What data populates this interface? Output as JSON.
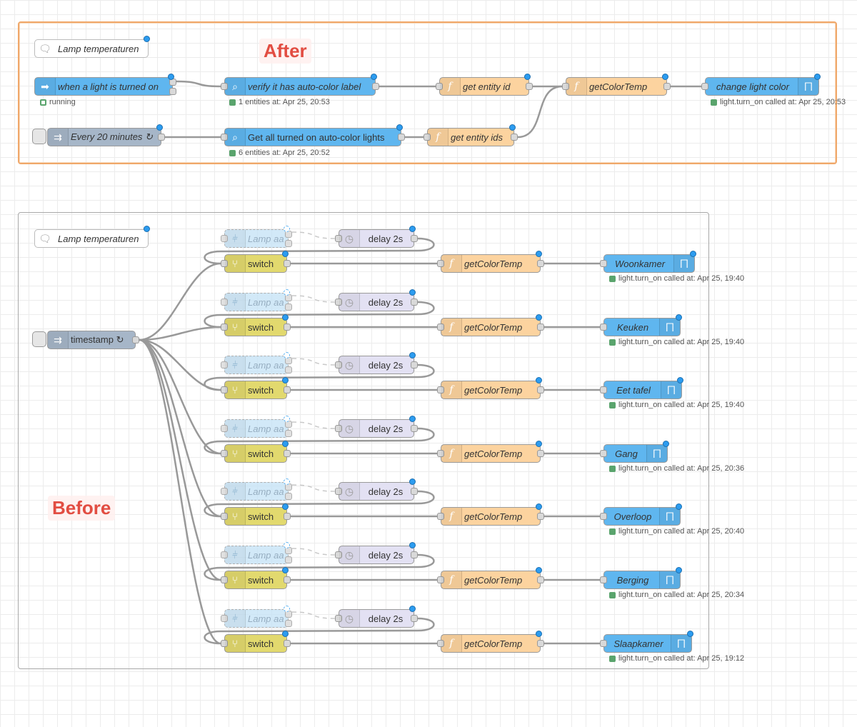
{
  "after": {
    "label": "After",
    "comment": "Lamp temperaturen",
    "trigger": {
      "label": "when a light is turned on",
      "status": "running"
    },
    "verify": {
      "label": "verify it has auto-color label",
      "status": "1 entities at: Apr 25, 20:53"
    },
    "get_entity_id": {
      "label": "get entity id"
    },
    "get_color_temp": {
      "label": "getColorTemp"
    },
    "change_light": {
      "label": "change light color",
      "status": "light.turn_on called at: Apr 25, 20:53"
    },
    "inject": {
      "label": "Every 20 minutes ↻"
    },
    "get_all": {
      "label": "Get all turned on auto-color lights",
      "status": "6 entities at: Apr 25, 20:52"
    },
    "get_entity_ids": {
      "label": "get entity ids"
    }
  },
  "before": {
    "label": "Before",
    "comment": "Lamp temperaturen",
    "inject": {
      "label": "timestamp ↻"
    },
    "rows": [
      {
        "filter": "Lamp aan",
        "delay": "delay 2s",
        "switch": "switch",
        "func": "getColorTemp",
        "light": "Woonkamer",
        "status": "light.turn_on called at: Apr 25, 19:40"
      },
      {
        "filter": "Lamp aan",
        "delay": "delay 2s",
        "switch": "switch",
        "func": "getColorTemp",
        "light": "Keuken",
        "status": "light.turn_on called at: Apr 25, 19:40"
      },
      {
        "filter": "Lamp aan",
        "delay": "delay 2s",
        "switch": "switch",
        "func": "getColorTemp",
        "light": "Eet tafel",
        "status": "light.turn_on called at: Apr 25, 19:40"
      },
      {
        "filter": "Lamp aan",
        "delay": "delay 2s",
        "switch": "switch",
        "func": "getColorTemp",
        "light": "Gang",
        "status": "light.turn_on called at: Apr 25, 20:36"
      },
      {
        "filter": "Lamp aan",
        "delay": "delay 2s",
        "switch": "switch",
        "func": "getColorTemp",
        "light": "Overloop",
        "status": "light.turn_on called at: Apr 25, 20:40"
      },
      {
        "filter": "Lamp aan",
        "delay": "delay 2s",
        "switch": "switch",
        "func": "getColorTemp",
        "light": "Berging",
        "status": "light.turn_on called at: Apr 25, 20:34"
      },
      {
        "filter": "Lamp aan",
        "delay": "delay 2s",
        "switch": "switch",
        "func": "getColorTemp",
        "light": "Slaapkamer",
        "status": "light.turn_on called at: Apr 25, 19:12"
      }
    ]
  },
  "colors": {
    "home_assistant": "#5fb6ef",
    "function": "#fcd39f",
    "switch": "#e2d96e",
    "inject": "#a6b6c8",
    "delay": "#e3e1f3",
    "status_ok": "#5aa46d",
    "after_group": "#f0a86a",
    "title_red": "#e24d42"
  },
  "icons": {
    "comment": "speech-bubble-icon",
    "trigger": "ha-trigger-icon",
    "get_entities": "ha-get-entities-icon",
    "function": "function-f-icon",
    "switch": "switch-fork-icon",
    "delay": "timer-icon",
    "inject": "inject-arrow-icon",
    "filter": "filter-icon",
    "service": "wifi-router-icon"
  }
}
